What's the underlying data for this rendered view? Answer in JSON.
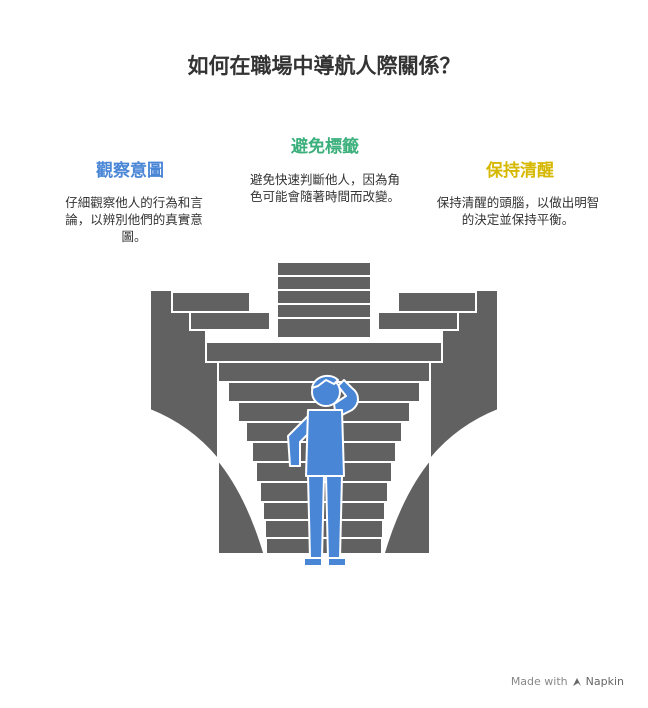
{
  "title": "如何在職場中導航人際關係？",
  "sections": {
    "left": {
      "heading": "觀察意圖",
      "text": "仔細觀察他人的行為和言論，以辨別他們的真實意圖。",
      "color": "#4a86d6"
    },
    "mid": {
      "heading": "避免標籤",
      "text": "避免快速判斷他人，因為角色可能會隨著時間而改變。",
      "color": "#3cb07c"
    },
    "right": {
      "heading": "保持清醒",
      "text": "保持清醒的頭腦，以做出明智的決定並保持平衡。",
      "color": "#d6b800"
    }
  },
  "footer": {
    "made_with": "Made with",
    "brand": "Napkin",
    "icon": "napkin-logo-icon"
  },
  "colors": {
    "stairs": "#616161",
    "figure": "#4a86d6"
  }
}
